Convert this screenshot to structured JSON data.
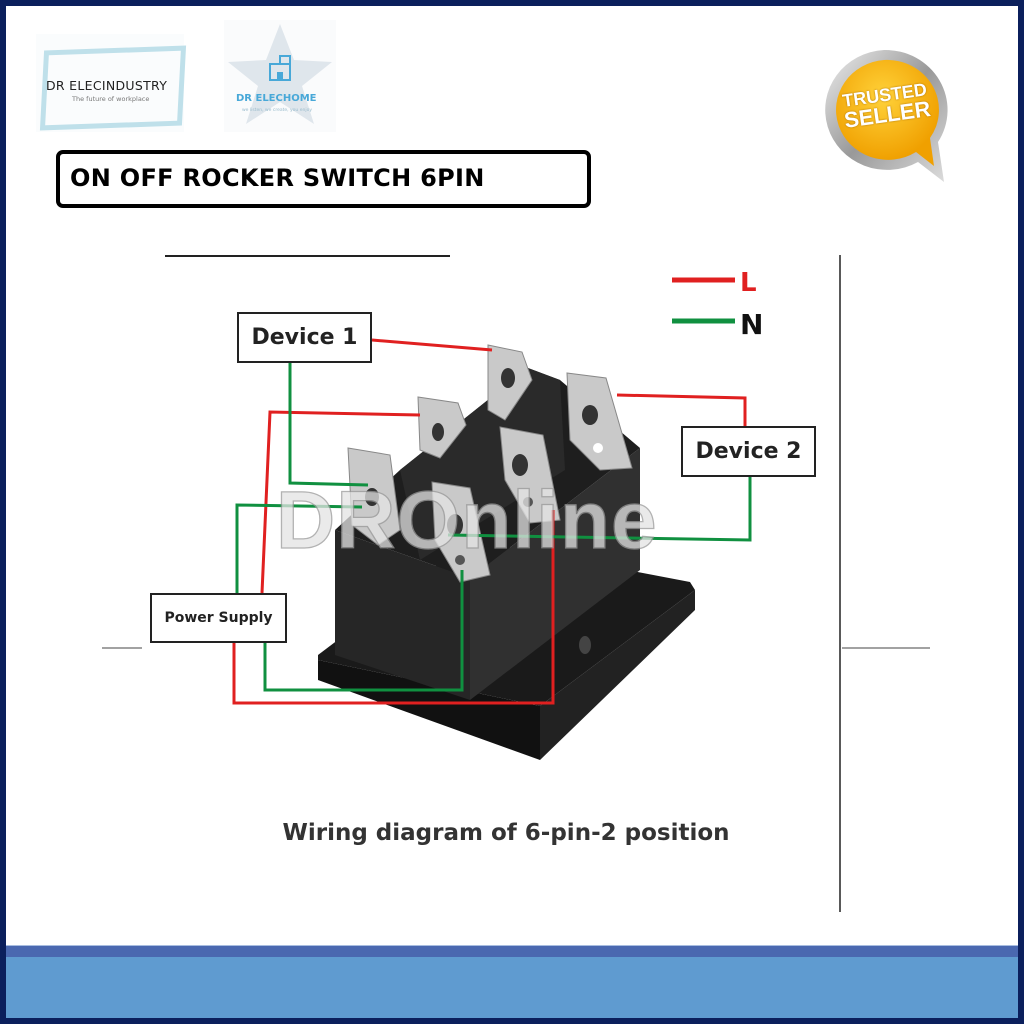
{
  "logos": {
    "elecindustry": {
      "name": "DR ELECINDUSTRY",
      "tagline": "The future of workplace"
    },
    "elechome": {
      "name": "DR ELECHOME",
      "tagline": "we listen, we create, you enjoy"
    }
  },
  "badge": {
    "line1": "TRUSTED",
    "line2": "SELLER"
  },
  "title": "ON OFF ROCKER SWITCH 6PIN",
  "diagram": {
    "legend": {
      "live": "L",
      "neutral": "N",
      "live_color": "#e02020",
      "neutral_color": "#109040"
    },
    "device1": "Device 1",
    "device2": "Device 2",
    "power_supply": "Power Supply",
    "watermark": "DROnline",
    "caption": "Wiring diagram of 6-pin-2 position"
  },
  "colors": {
    "border": "#0b1f5c",
    "band_dark": "#4a68b0",
    "band_light": "#5f9bd0"
  }
}
